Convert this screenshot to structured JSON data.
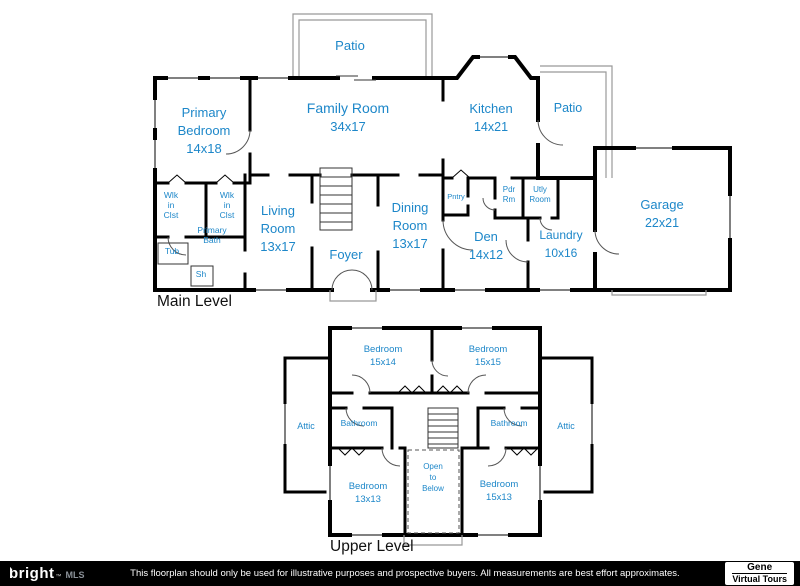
{
  "colors": {
    "label_text": "#1d87c9",
    "walls": "#000000",
    "footer_bg": "#000000"
  },
  "main_level": {
    "title": "Main Level",
    "rooms": {
      "patio_top": [
        "Patio"
      ],
      "primary_bedroom": [
        "Primary",
        "Bedroom",
        "14x18"
      ],
      "family_room": [
        "Family Room",
        "34x17"
      ],
      "kitchen": [
        "Kitchen",
        "14x21"
      ],
      "patio_right": [
        "Patio"
      ],
      "garage": [
        "Garage",
        "22x21"
      ],
      "walk_in_closet_left": [
        "Wlk",
        "in",
        "Clst"
      ],
      "walk_in_closet_right": [
        "Wlk",
        "in",
        "Clst"
      ],
      "primary_bath": [
        "Primary",
        "Bath"
      ],
      "tub": [
        "Tub"
      ],
      "shower": [
        "Sh"
      ],
      "living_room": [
        "Living",
        "Room",
        "13x17"
      ],
      "foyer": [
        "Foyer"
      ],
      "dining_room": [
        "Dining",
        "Room",
        "13x17"
      ],
      "pantry": [
        "Pntry"
      ],
      "powder_room": [
        "Pdr",
        "Rm"
      ],
      "utility_room": [
        "Utly",
        "Room"
      ],
      "den": [
        "Den",
        "14x12"
      ],
      "laundry": [
        "Laundry",
        "10x16"
      ]
    }
  },
  "upper_level": {
    "title": "Upper Level",
    "rooms": {
      "bedroom_front_left": [
        "Bedroom",
        "15x14"
      ],
      "bedroom_front_right": [
        "Bedroom",
        "15x15"
      ],
      "attic_left": [
        "Attic"
      ],
      "attic_right": [
        "Attic"
      ],
      "bathroom_left": [
        "Bathroom"
      ],
      "bathroom_right": [
        "Bathroom"
      ],
      "bedroom_rear_left": [
        "Bedroom",
        "13x13"
      ],
      "bedroom_rear_right": [
        "Bedroom",
        "15x13"
      ],
      "open_to_below": [
        "Open",
        "to",
        "Below"
      ]
    }
  },
  "footer": {
    "brand_primary": "bright",
    "brand_tm": "™",
    "brand_secondary": "MLS",
    "disclaimer": "This floorplan should only be used for illustrative purposes and prospective buyers. All measurements are best effort approximates.",
    "vendor_line1": "Gene",
    "vendor_line2": "Virtual Tours"
  }
}
